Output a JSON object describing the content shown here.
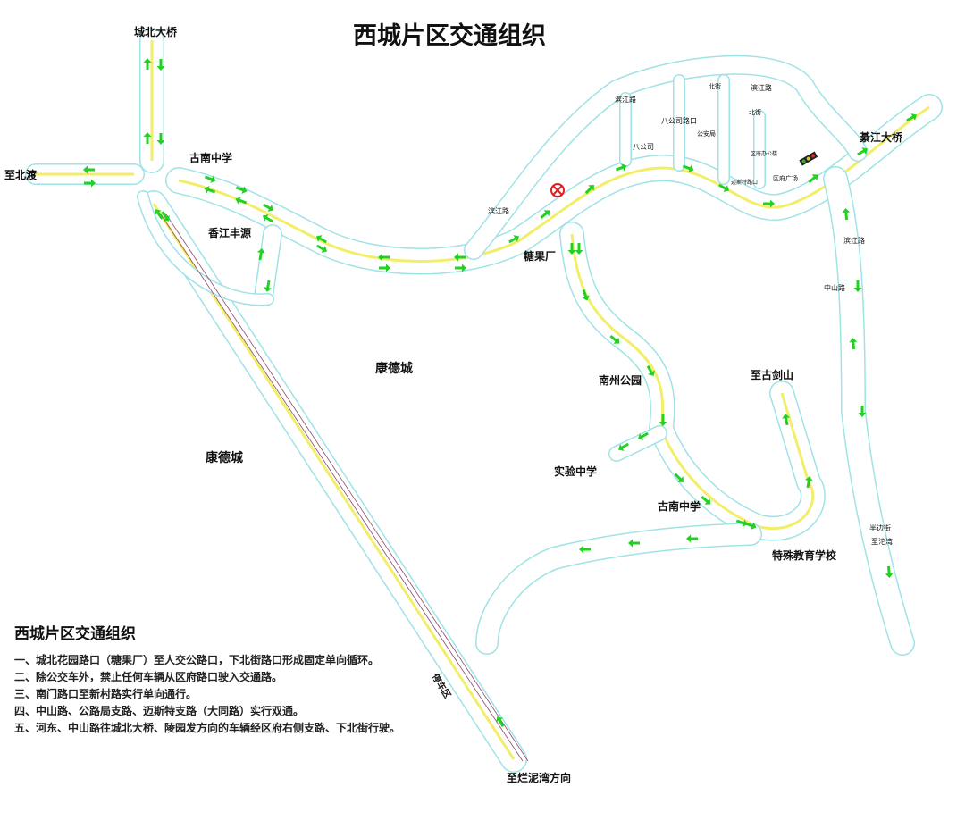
{
  "title": "西城片区交通组织",
  "labels": {
    "chengbei_bridge": "城北大桥",
    "zhibeidu": "至北渡",
    "gunan_school_top": "古南中学",
    "xiangjiang": "香江丰源",
    "kangde_center": "康德城",
    "kangde_left": "康德城",
    "tangguochang": "糖果厂",
    "binjiang_left": "滨江路",
    "binjiang_top": "滨江路",
    "bagongsi": "八公司",
    "bagongsi_junction": "八公司路口",
    "gongan": "公安局",
    "beijie1": "北街",
    "beijie2": "北街",
    "binjiang_topright": "滨江路",
    "qufu_office": "区府办公楼",
    "maisite": "迈斯特路口",
    "qufu_square": "区府广场",
    "qijiang_bridge": "綦江大桥",
    "binjiang_right": "滨江路",
    "zhongshan": "中山路",
    "nanzhou_park": "南州公园",
    "zhigujianshan": "至古剑山",
    "shiyan_school": "实验中学",
    "gunan_school_bottom": "古南中学",
    "special_school": "特殊教育学校",
    "banbianjie": "半边街",
    "zhituowan": "至沱湾",
    "parking": "停车区",
    "to_lanniwan": "至烂泥湾方向"
  },
  "notes": {
    "heading": "西城片区交通组织",
    "items": [
      "一、城北花园路口（糖果厂）至人交公路口，下北街路口形成固定单向循环。",
      "二、除公交车外，禁止任何车辆从区府路口驶入交通路。",
      "三、南门路口至新村路实行单向通行。",
      "四、中山路、公路局支路、迈斯特支路（大同路）实行双通。",
      "五、河东、中山路往城北大桥、陵园发方向的车辆经区府右侧支路、下北街行驶。"
    ]
  },
  "colors": {
    "road_edge": "#9fe3e6",
    "centerline": "#f2ee6a",
    "arrow": "#22d122",
    "no_entry": "#e02020"
  }
}
